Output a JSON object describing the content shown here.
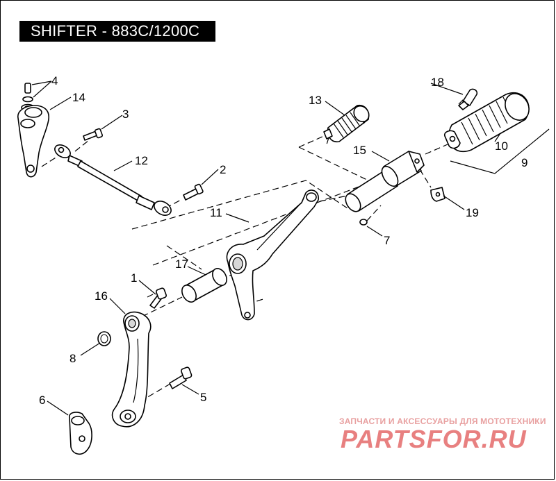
{
  "title": "SHIFTER - 883C/1200C",
  "watermark": {
    "caption": "ЗАПЧАСТИ И АКСЕССУАРЫ ДЛЯ МОТОТЕХНИКИ",
    "logo": "PARTSFOR.RU"
  },
  "callouts": {
    "c1": "1",
    "c2": "2",
    "c3": "3",
    "c4": "4",
    "c5": "5",
    "c6": "6",
    "c7": "7",
    "c8": "8",
    "c9": "9",
    "c10": "10",
    "c11": "11",
    "c12": "12",
    "c13": "13",
    "c14": "14",
    "c15": "15",
    "c16": "16",
    "c17": "17",
    "c18": "18",
    "c19": "19"
  }
}
